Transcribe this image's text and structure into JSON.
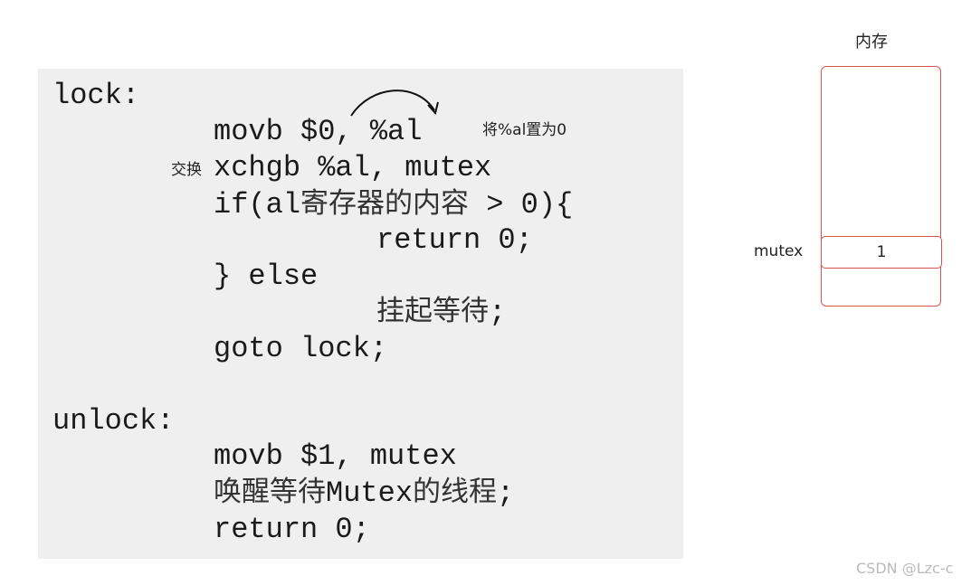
{
  "code": {
    "lock_label": "lock:",
    "line_movb0": "movb $0, %al",
    "line_xchgb": "xchgb %al, mutex",
    "line_if_prefix": "if(al",
    "line_if_cjk": "寄存器的内容",
    "line_if_suffix": " > 0){",
    "line_return0_a": "return 0;",
    "line_else": "} else",
    "line_suspend_cjk": "挂起等待",
    "line_suspend_suffix": ";",
    "line_goto": "goto lock;",
    "unlock_label": "unlock:",
    "line_movb1": "movb $1, mutex",
    "line_wake_cjk_a": "唤醒等待",
    "line_wake_mutex": "Mutex",
    "line_wake_cjk_b": "的线程",
    "line_wake_suffix": ";",
    "line_return0_b": "return 0;"
  },
  "annotations": {
    "set_al_zero": "将%al置为0",
    "exchange": "交换"
  },
  "memory": {
    "title": "内存",
    "variable_label": "mutex",
    "value": "1"
  },
  "watermark": "CSDN @Lzc-c",
  "colors": {
    "code_background": "#efefef",
    "memory_border": "#d9534f",
    "watermark": "#bbbbbb"
  }
}
